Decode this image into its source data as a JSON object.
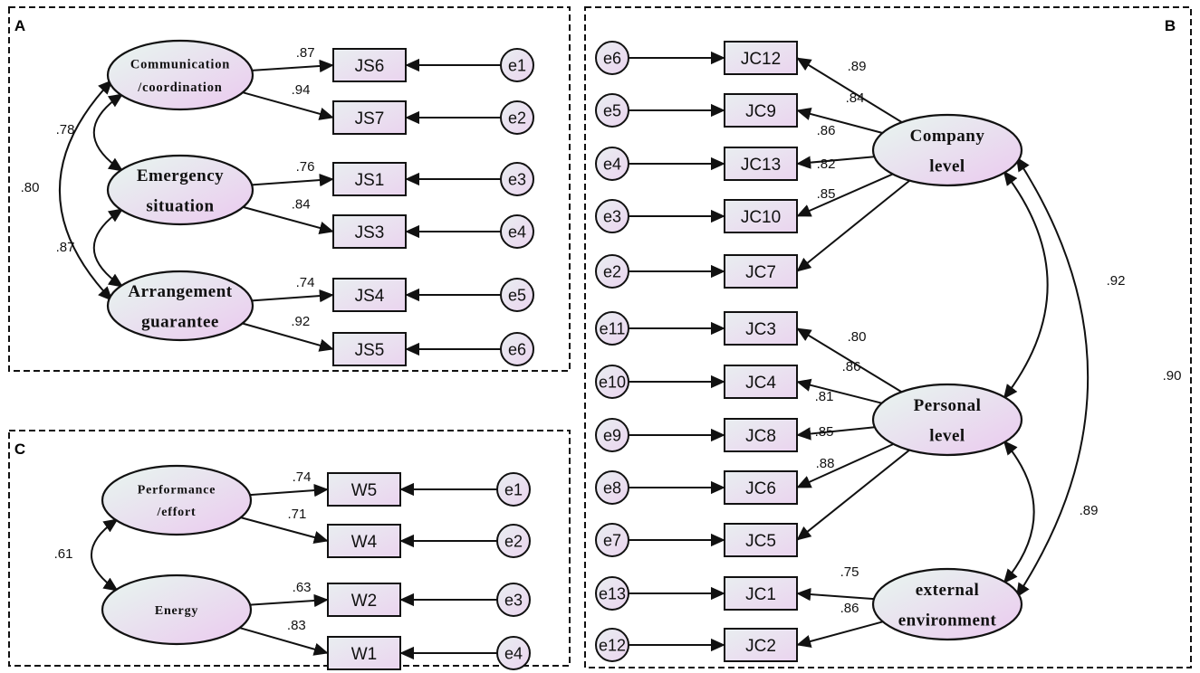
{
  "panels": [
    {
      "id": "A",
      "label": "A",
      "latents": [
        {
          "id": "comm",
          "lines": [
            "Communication",
            "/coordination"
          ]
        },
        {
          "id": "emer",
          "lines": [
            "Emergency",
            "situation"
          ]
        },
        {
          "id": "arr",
          "lines": [
            "Arrangement",
            "guarantee"
          ]
        }
      ],
      "indicators": [
        {
          "id": "JS6",
          "label": "JS6",
          "latent": "comm",
          "loading": ".87",
          "error": "e1"
        },
        {
          "id": "JS7",
          "label": "JS7",
          "latent": "comm",
          "loading": ".94",
          "error": "e2"
        },
        {
          "id": "JS1",
          "label": "JS1",
          "latent": "emer",
          "loading": ".76",
          "error": "e3"
        },
        {
          "id": "JS3",
          "label": "JS3",
          "latent": "emer",
          "loading": ".84",
          "error": "e4"
        },
        {
          "id": "JS4",
          "label": "JS4",
          "latent": "arr",
          "loading": ".74",
          "error": "e5"
        },
        {
          "id": "JS5",
          "label": "JS5",
          "latent": "arr",
          "loading": ".92",
          "error": "e6"
        }
      ],
      "correlations": [
        {
          "from": "comm",
          "to": "emer",
          "value": ".78"
        },
        {
          "from": "emer",
          "to": "arr",
          "value": ".87"
        },
        {
          "from": "comm",
          "to": "arr",
          "value": ".80"
        }
      ]
    },
    {
      "id": "B",
      "label": "B",
      "latents": [
        {
          "id": "company",
          "lines": [
            "Company",
            "level"
          ]
        },
        {
          "id": "personal",
          "lines": [
            "Personal",
            "level"
          ]
        },
        {
          "id": "external",
          "lines": [
            "external",
            "environment"
          ]
        }
      ],
      "indicators": [
        {
          "id": "JC12",
          "label": "JC12",
          "latent": "company",
          "loading": ".89",
          "error": "e6"
        },
        {
          "id": "JC9",
          "label": "JC9",
          "latent": "company",
          "loading": ".84",
          "error": "e5"
        },
        {
          "id": "JC13",
          "label": "JC13",
          "latent": "company",
          "loading": ".86",
          "error": "e4"
        },
        {
          "id": "JC10",
          "label": "JC10",
          "latent": "company",
          "loading": ".82",
          "error": "e3"
        },
        {
          "id": "JC7",
          "label": "JC7",
          "latent": "company",
          "loading": ".85",
          "error": "e2"
        },
        {
          "id": "JC3",
          "label": "JC3",
          "latent": "personal",
          "loading": ".80",
          "error": "e11"
        },
        {
          "id": "JC4",
          "label": "JC4",
          "latent": "personal",
          "loading": ".86",
          "error": "e10"
        },
        {
          "id": "JC8",
          "label": "JC8",
          "latent": "personal",
          "loading": ".81",
          "error": "e9"
        },
        {
          "id": "JC6",
          "label": "JC6",
          "latent": "personal",
          "loading": ".85",
          "error": "e8"
        },
        {
          "id": "JC5",
          "label": "JC5",
          "latent": "personal",
          "loading": ".88",
          "error": "e7"
        },
        {
          "id": "JC1",
          "label": "JC1",
          "latent": "external",
          "loading": ".75",
          "error": "e13"
        },
        {
          "id": "JC2",
          "label": "JC2",
          "latent": "external",
          "loading": ".86",
          "error": "e12"
        }
      ],
      "correlations": [
        {
          "from": "company",
          "to": "personal",
          "value": ".92"
        },
        {
          "from": "company",
          "to": "external",
          "value": ".90"
        },
        {
          "from": "personal",
          "to": "external",
          "value": ".89"
        }
      ]
    },
    {
      "id": "C",
      "label": "C",
      "latents": [
        {
          "id": "perf",
          "lines": [
            "Performance",
            "/effort"
          ]
        },
        {
          "id": "energy",
          "lines": [
            "Energy"
          ]
        }
      ],
      "indicators": [
        {
          "id": "W5",
          "label": "W5",
          "latent": "perf",
          "loading": ".74",
          "error": "e1"
        },
        {
          "id": "W4",
          "label": "W4",
          "latent": "perf",
          "loading": ".71",
          "error": "e2"
        },
        {
          "id": "W2",
          "label": "W2",
          "latent": "energy",
          "loading": ".63",
          "error": "e3"
        },
        {
          "id": "W1",
          "label": "W1",
          "latent": "energy",
          "loading": ".83",
          "error": "e4"
        }
      ],
      "correlations": [
        {
          "from": "perf",
          "to": "energy",
          "value": ".61"
        }
      ]
    }
  ],
  "colors": {
    "node_fill_a": "#e6f0ee",
    "node_fill_b": "#ecd6f0",
    "stroke": "#111111"
  }
}
